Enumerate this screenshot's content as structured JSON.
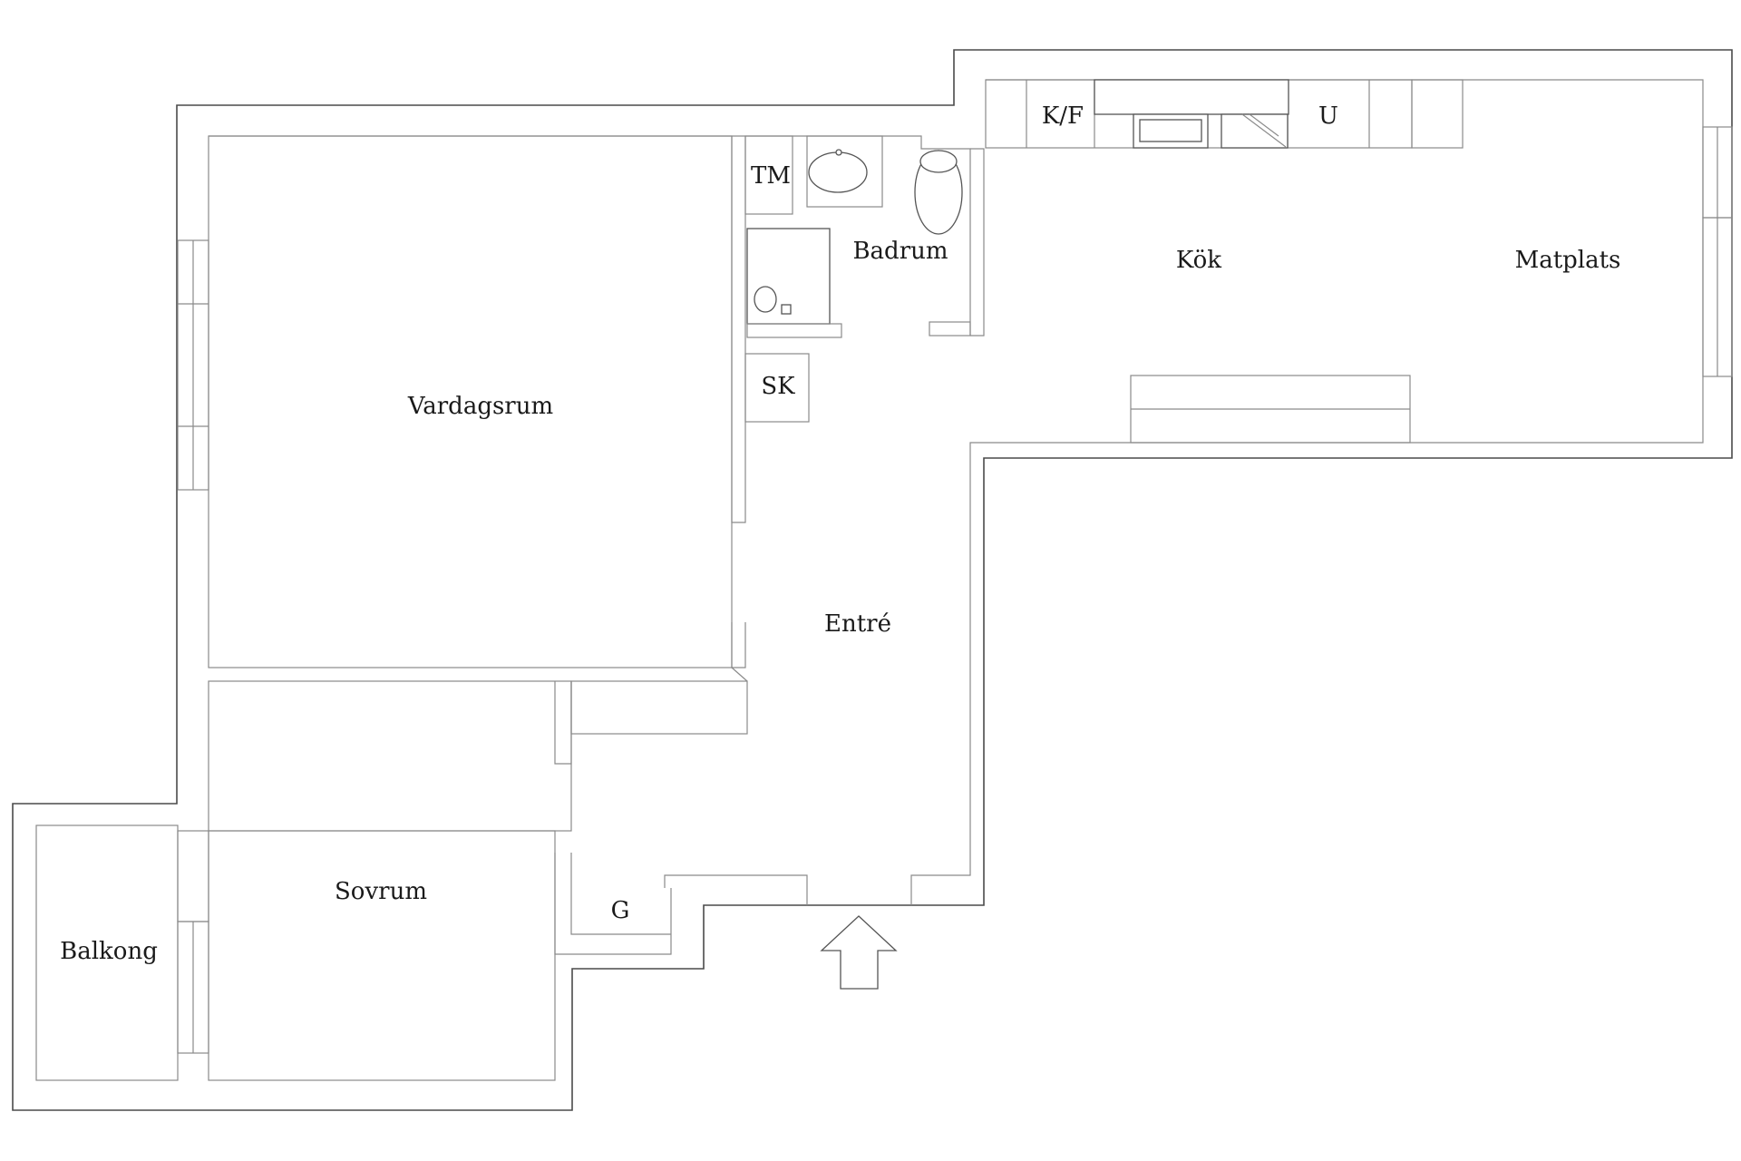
{
  "floorplan": {
    "rooms": {
      "vardagsrum": "Vardagsrum",
      "entre": "Entré",
      "badrum": "Badrum",
      "kok": "Kök",
      "matplats": "Matplats",
      "sovrum": "Sovrum",
      "balkong": "Balkong"
    },
    "fixtures": {
      "tm": "TM",
      "sk": "SK",
      "kf": "K/F",
      "u": "U",
      "g": "G"
    }
  }
}
